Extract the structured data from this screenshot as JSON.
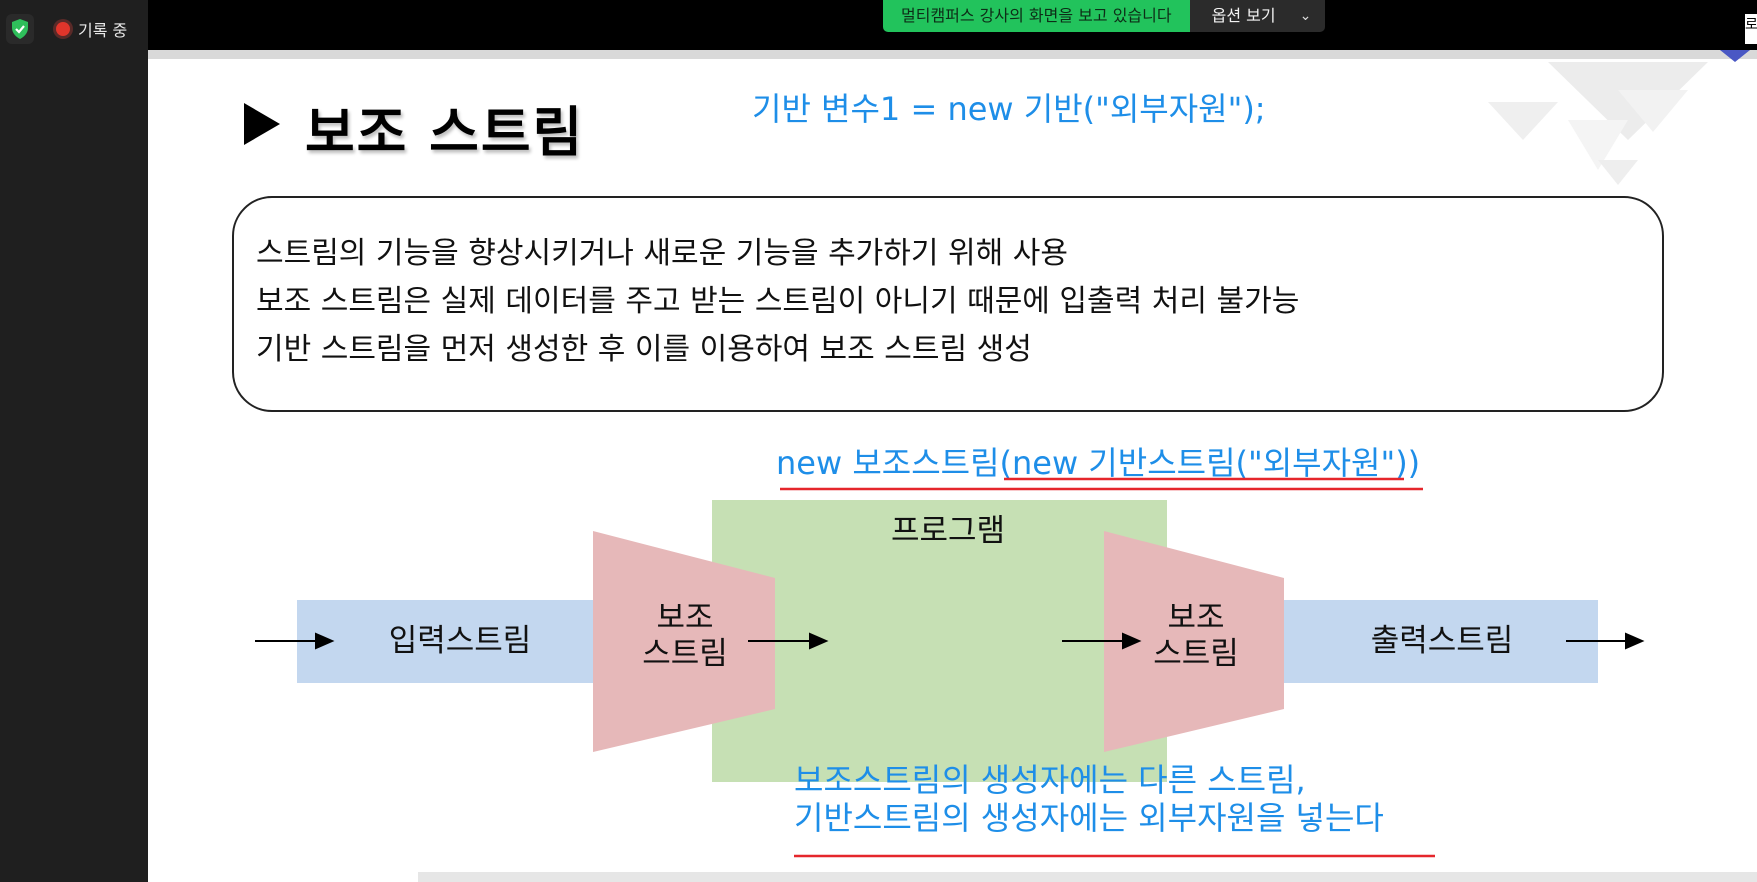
{
  "meeting": {
    "recording_label": "기록 중",
    "share_banner": "멀티캠퍼스 강사의 화면을 보고 있습니다",
    "options_button": "옵션 보기",
    "right_edge_text": "로"
  },
  "slide": {
    "title": "보조 스트림",
    "code_top": "기반 변수1 = new 기반(\"외부자원\");",
    "description": [
      "스트림의 기능을 향상시키거나 새로운 기능을 추가하기 위해 사용",
      "보조 스트림은 실제 데이터를 주고 받는 스트림이 아니기 때문에 입출력 처리 불가능",
      "기반 스트림을 먼저 생성한 후 이를 이용하여 보조 스트림 생성"
    ],
    "code_middle": "new 보조스트림(new 기반스트림(\"외부자원\"))",
    "diagram": {
      "program": "프로그램",
      "input_stream": "입력스트림",
      "aux_left_line1": "보조",
      "aux_left_line2": "스트림",
      "aux_right_line1": "보조",
      "aux_right_line2": "스트림",
      "output_stream": "출력스트림"
    },
    "note_line1": "보조스트림의 생성자에는 다른 스트림,",
    "note_line2": "기반스트림의 생성자에는 외부자원을 넣는다"
  },
  "colors": {
    "stream_blue": "#c3d7ef",
    "aux_pink": "#e6b8b9",
    "program_green": "#c6e0b4",
    "code_blue": "#1e8ee8",
    "underline_red": "#e5262b",
    "share_green": "#22c35c"
  },
  "icons": [
    "shield-check-icon",
    "record-dot-icon",
    "chevron-down-icon",
    "play-triangle-icon",
    "arrow-right-icon"
  ]
}
